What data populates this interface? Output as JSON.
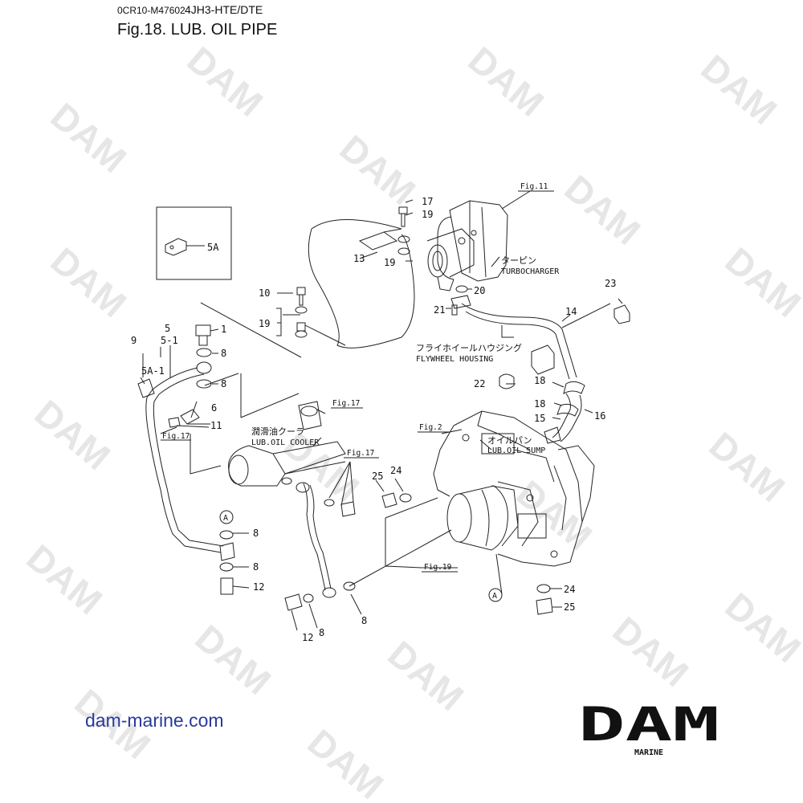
{
  "header": {
    "doc_code": "0CR10-M47602",
    "model": "4JH3-HTE/DTE",
    "figure_title": "Fig.18.  LUB. OIL PIPE"
  },
  "watermark": {
    "text": "DAM",
    "color": "#e6e6e6"
  },
  "diagram": {
    "part_numbers": [
      "1",
      "5",
      "5-1",
      "5A",
      "5A-1",
      "6",
      "8",
      "9",
      "10",
      "11",
      "12",
      "13",
      "14",
      "15",
      "16",
      "17",
      "18",
      "19",
      "20",
      "21",
      "22",
      "23",
      "24",
      "25"
    ],
    "callouts": [
      "A",
      "A"
    ],
    "figure_refs": {
      "turbo": "Fig.11",
      "cooler": "Fig.17",
      "left": "Fig.17",
      "pipe": "Fig.17",
      "block": "Fig.2",
      "filter": "Fig.19"
    },
    "components": {
      "turbocharger": {
        "jp": "ターピン",
        "en": "TURBOCHARGER"
      },
      "flywheel_housing": {
        "jp": "フライホイールハウジング",
        "en": "FLYWHEEL HOUSING"
      },
      "lub_oil_cooler": {
        "jp": "潤滑油クーラ",
        "en": "LUB.OIL COOLER"
      },
      "lub_oil_sump": {
        "jp": "オイルパン",
        "en": "LUB.OIL SUMP"
      }
    }
  },
  "footer": {
    "website": "dam-marine.com",
    "logo_text": "DAM",
    "logo_subtext": "MARINE",
    "logo_color": "#1f2c8f"
  }
}
